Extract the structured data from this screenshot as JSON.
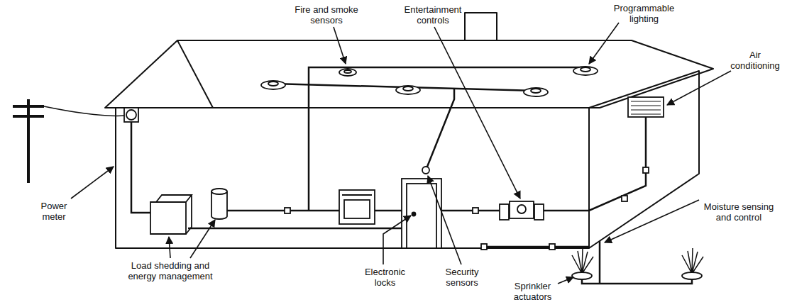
{
  "diagram": {
    "labels": [
      "Fire and smoke sensors",
      "Entertainment controls",
      "Programmable lighting",
      "Air conditioning",
      "Power meter",
      "Load shedding and energy management",
      "Electronic locks",
      "Security sensors",
      "Moisture sensing and control",
      "Sprinkler actuators"
    ]
  }
}
